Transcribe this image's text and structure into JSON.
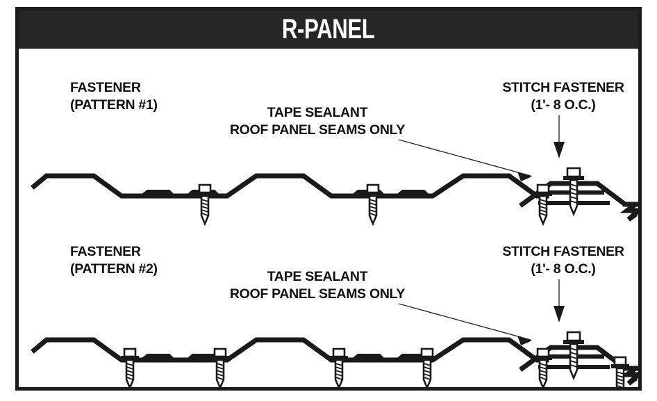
{
  "header": {
    "title": "R-PANEL"
  },
  "diagram": {
    "type": "technical-detail-drawing",
    "subject": "R-Panel metal roof panel profile with fastener patterns",
    "panel_profile": "trapezoidal ribbed metal panel with two minor stiffening beads per flat pan",
    "sections": [
      {
        "id": "pattern-1",
        "label_line1": "FASTENER",
        "label_line2": "(PATTERN #1)",
        "fastener_count": 3,
        "fastener_note": "one screw per flat pan at valley before each major rib",
        "callouts": [
          {
            "id": "tape-sealant-1",
            "line1": "TAPE SEALANT",
            "line2": "ROOF PANEL SEAMS ONLY",
            "leader": "diagonal-arrow-down-right"
          },
          {
            "id": "stitch-fastener-1",
            "line1": "STITCH FASTENER",
            "line2": "(1'- 8 O.C.)",
            "leader": "vertical-arrow-down"
          }
        ]
      },
      {
        "id": "pattern-2",
        "label_line1": "FASTENER",
        "label_line2": "(PATTERN #2)",
        "fastener_count": 6,
        "fastener_note": "screws at both valleys flanking every major rib",
        "callouts": [
          {
            "id": "tape-sealant-2",
            "line1": "TAPE SEALANT",
            "line2": "ROOF PANEL SEAMS ONLY",
            "leader": "diagonal-arrow-down-right"
          },
          {
            "id": "stitch-fastener-2",
            "line1": "STITCH FASTENER",
            "line2": "(1'- 8 O.C.)",
            "leader": "vertical-arrow-down"
          }
        ]
      }
    ]
  },
  "colors": {
    "header_background": "#262626",
    "header_text": "#ffffff",
    "frame_border": "#1c1c1c",
    "line_work": "#1a1a1a",
    "page_background": "#ffffff"
  }
}
